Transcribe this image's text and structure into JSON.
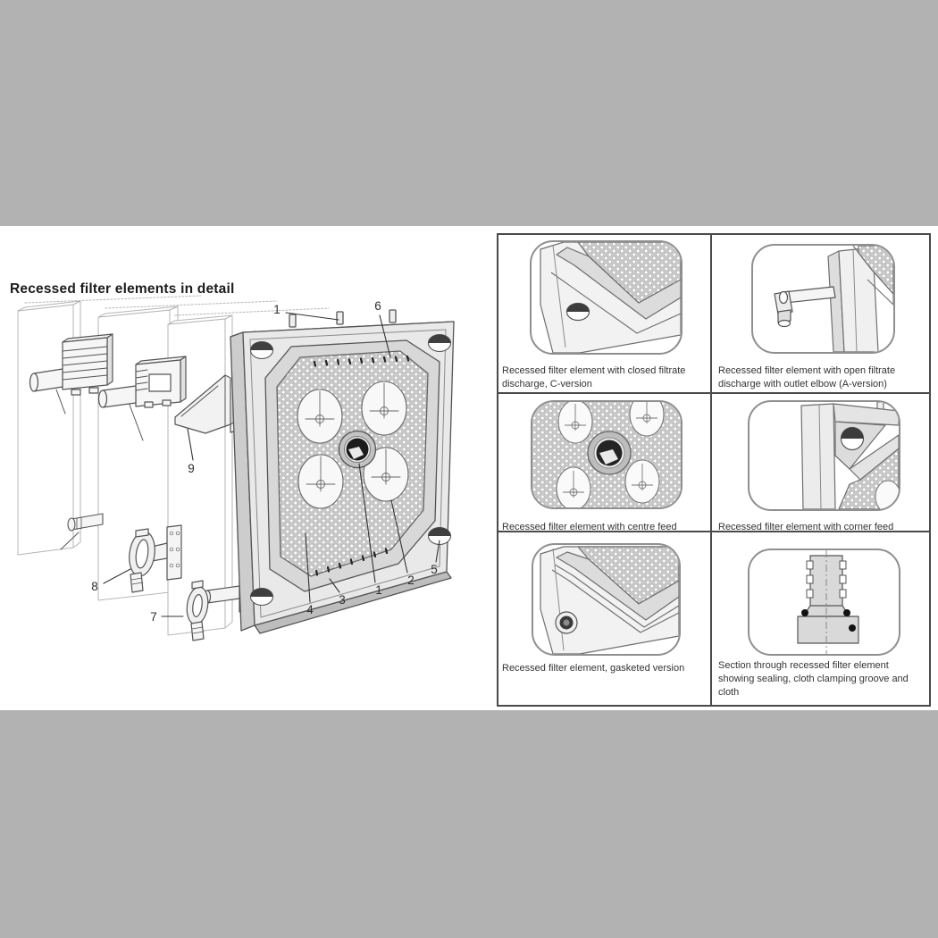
{
  "page": {
    "background_color": "#b2b2b2",
    "sheet_color": "#ffffff"
  },
  "sheet": {
    "title": "Recessed filter elements in detail",
    "exploded_view": {
      "callouts": [
        {
          "label": "1"
        },
        {
          "label": "6"
        },
        {
          "label": "9"
        },
        {
          "label": "8"
        },
        {
          "label": "7"
        },
        {
          "label": "4"
        },
        {
          "label": "3"
        },
        {
          "label": "1"
        },
        {
          "label": "2"
        },
        {
          "label": "5"
        }
      ]
    },
    "detail_panel": {
      "cells": [
        {
          "caption": "Recessed filter element with closed filtrate discharge, C-version"
        },
        {
          "caption": "Recessed filter element with open filtrate discharge with outlet elbow (A-version)"
        },
        {
          "caption": "Recessed filter element with centre feed"
        },
        {
          "caption": "Recessed filter element with corner feed"
        },
        {
          "caption": "Recessed filter element, gasketed version"
        },
        {
          "caption": "Section through recessed filter element showing sealing, cloth clamping groove and cloth"
        }
      ]
    }
  }
}
